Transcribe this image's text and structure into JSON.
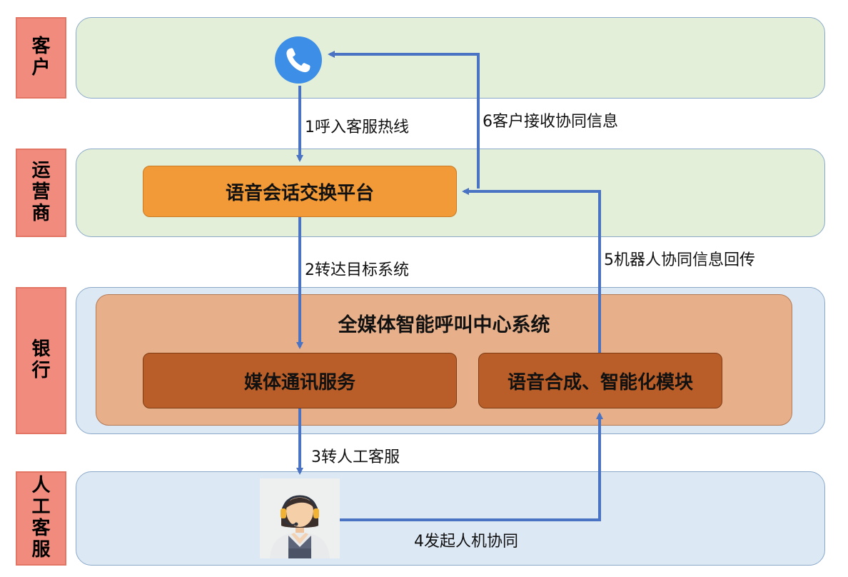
{
  "lanes": [
    {
      "label": "客户",
      "chars": [
        "客",
        "户"
      ]
    },
    {
      "label": "运营商",
      "chars": [
        "运",
        "营",
        "商"
      ]
    },
    {
      "label": "银行",
      "chars": [
        "银",
        "行"
      ]
    },
    {
      "label": "人工客服",
      "chars": [
        "人",
        "工",
        "客",
        "服"
      ]
    }
  ],
  "nodes": {
    "phone_icon": "phone-icon",
    "voice_platform": "语音会话交换平台",
    "call_center": "全媒体智能呼叫中心系统",
    "media_service": "媒体通讯服务",
    "voice_ai_module": "语音合成、智能化模块",
    "agent_icon": "customer-service-agent-icon"
  },
  "flows": [
    {
      "step": "1",
      "label": "1呼入客服热线"
    },
    {
      "step": "2",
      "label": "2转达目标系统"
    },
    {
      "step": "3",
      "label": "3转人工客服"
    },
    {
      "step": "4",
      "label": "4发起人机协同"
    },
    {
      "step": "5",
      "label": "5机器人协同信息回传"
    },
    {
      "step": "6",
      "label": "6客户接收协同信息"
    }
  ],
  "colors": {
    "lane_label_bg": "#f08b7d",
    "lane_green": "#e3efd9",
    "lane_blue": "#dde8f5",
    "platform_orange": "#f29a38",
    "call_center_bg": "#e8b08a",
    "module_brown": "#b95e28",
    "arrow_blue": "#4a73c4",
    "phone_blue": "#3d8ee6"
  }
}
